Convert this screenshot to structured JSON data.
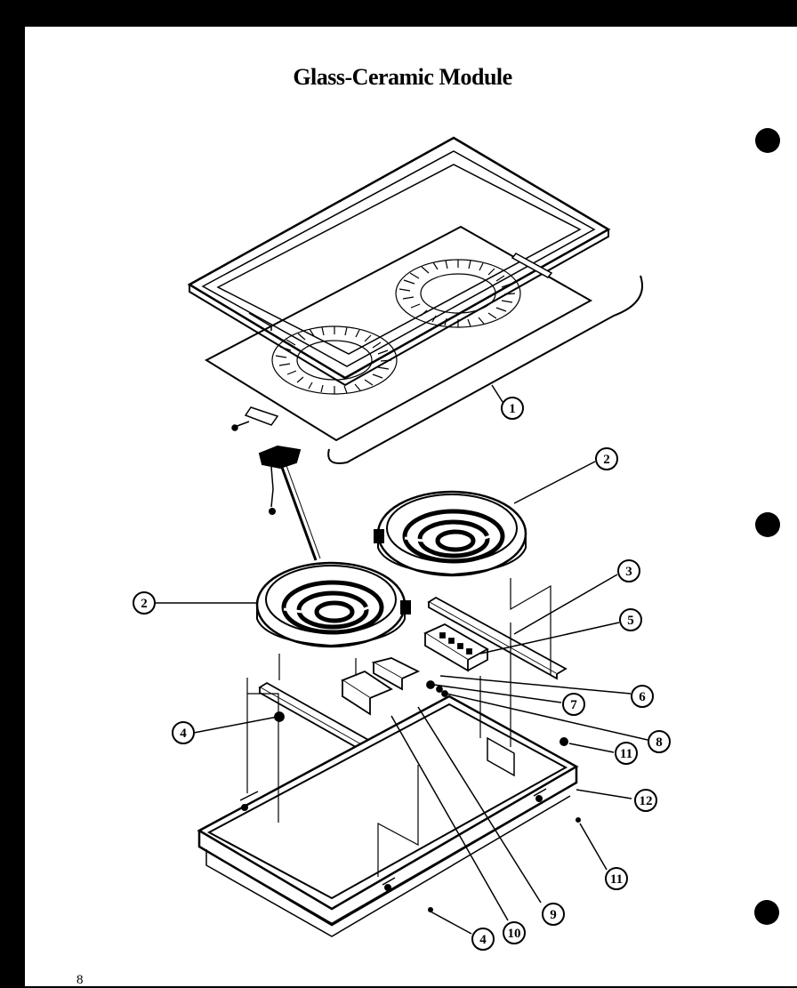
{
  "page": {
    "title": "Glass-Ceramic Module",
    "page_number": "8"
  },
  "callouts": [
    "1",
    "2",
    "2",
    "3",
    "4",
    "4",
    "5",
    "6",
    "7",
    "8",
    "9",
    "10",
    "11",
    "11",
    "12"
  ]
}
